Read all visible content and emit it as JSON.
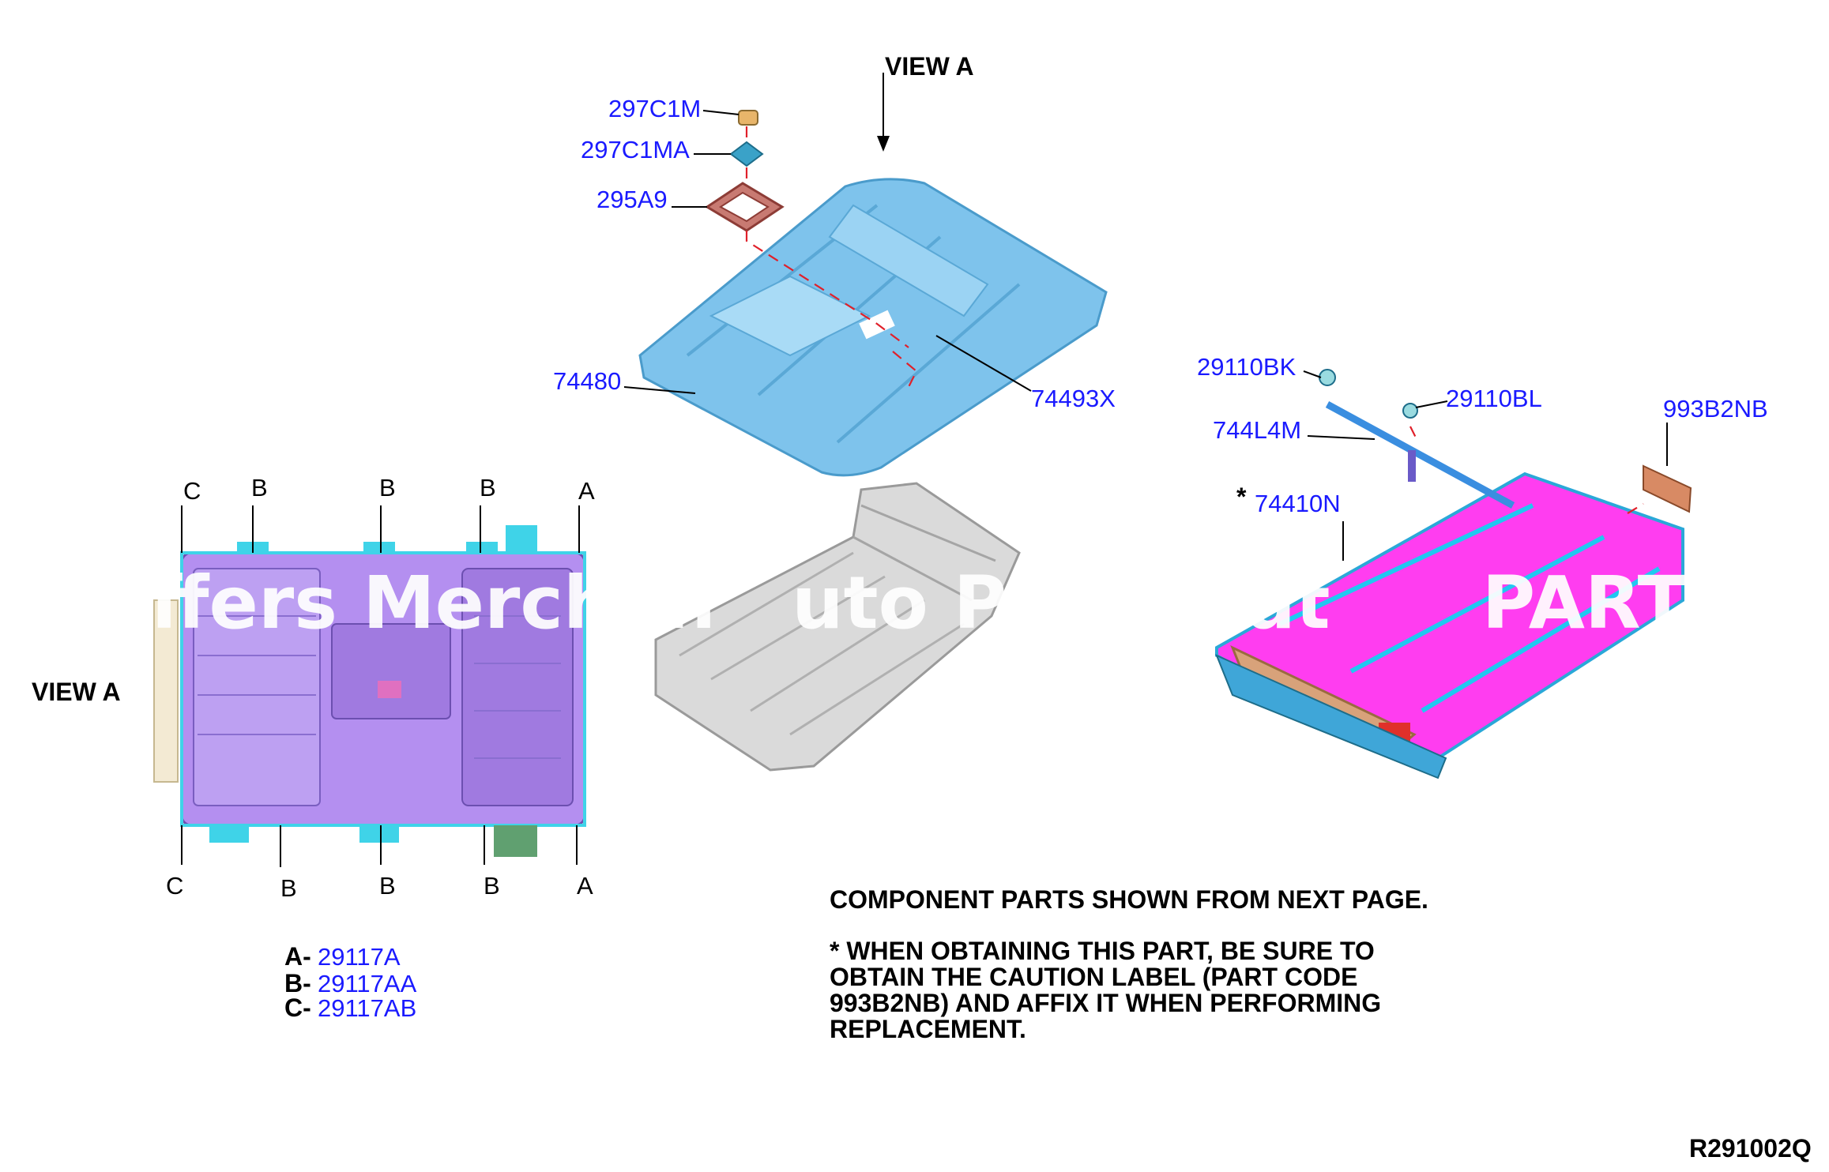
{
  "diagram_code": "R291002Q",
  "view_a_label": "VIEW A",
  "view_a_side_label": "VIEW A",
  "watermark": "ffers Merchan   uto Parts Cat      PARTSTORE.S",
  "callouts": {
    "p297C1M": "297C1M",
    "p297C1MA": "297C1MA",
    "p295A9": "295A9",
    "p74480": "74480",
    "p74493X": "74493X",
    "p29110BK": "29110BK",
    "p29110BL": "29110BL",
    "p744L4M": "744L4M",
    "p993B2NB": "993B2NB",
    "p74410N": "74410N",
    "asterisk": "*"
  },
  "markers": {
    "top": [
      "C",
      "B",
      "B",
      "B",
      "A"
    ],
    "bottom": [
      "C",
      "B",
      "B",
      "B",
      "A"
    ]
  },
  "legend": [
    {
      "letter": "A-",
      "part": "29117A"
    },
    {
      "letter": "B-",
      "part": "29117AA"
    },
    {
      "letter": "C-",
      "part": "29117AB"
    }
  ],
  "notes": {
    "component_parts": "COMPONENT PARTS SHOWN FROM NEXT PAGE.",
    "caution_1": "* WHEN OBTAINING THIS PART, BE SURE TO",
    "caution_2": "OBTAIN THE CAUTION LABEL (PART CODE",
    "caution_3": "993B2NB) AND AFFIX IT WHEN PERFORMING",
    "caution_4": "REPLACEMENT."
  },
  "colors": {
    "callout_blue": "#1a1aff",
    "cover_blue": "#7ec3ec",
    "tray_magenta": "#ff3df0",
    "view_purple": "#b48ff0",
    "frame_cyan": "#3fd3e8",
    "dash_red": "#e0202a"
  }
}
